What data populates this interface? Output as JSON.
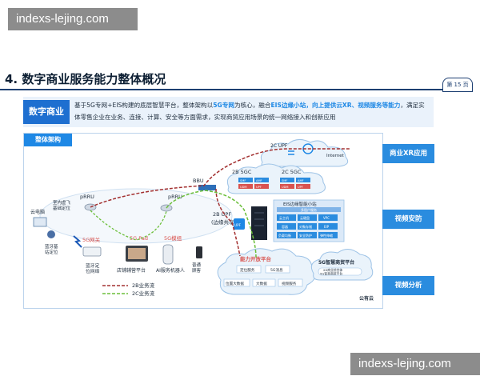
{
  "watermarks": {
    "top": "indexs-lejing.com",
    "bottom": "indexs-lejing.com"
  },
  "page": {
    "title": "4. 数字商业服务能力整体概况",
    "badge": "第 15 页"
  },
  "intro": {
    "tag": "数字商业",
    "part1": "基于5G专网+EIS构建的底层智慧平台，整体架构以",
    "hl1": "5G专网",
    "part2": "为核心，融合",
    "hl2": "EIS边缘小站，向上提供云XR、视频服务等能力",
    "part3": "，满足实体零售企业在业务、连接、计算、安全等方面需求，实现商贸应用场景的统一网络接入和创新应用"
  },
  "architecture": {
    "tag": "整体架构",
    "cloud_monitor": "云电脑",
    "indoor_flight": "室内虚飞基础定位",
    "bluetooth_station": "蓝牙基站定位",
    "prru_left": "pRRU",
    "prru_right": "pRRU",
    "bbu": "BBU",
    "gateway_5g": "5G网关",
    "pad_5g": "5G Pad",
    "module_5g": "5G模组",
    "bt_network": "蓝牙定位网络",
    "store_platform": "店铺辅营平台",
    "ai_robot": "AI服务机器人",
    "ordinary_customer": "普通顾客",
    "upf_2c": "2C UPF",
    "internet": "Internet",
    "sgc_2b": "2B 5GC",
    "sgc_2c": "2C 5GC",
    "upf_2b": "2B UPF",
    "upf_2b_sub": "(边缘共享)",
    "upf_chip": "UPF",
    "eis_title": "EIS边缘智能小站",
    "eis_sub": "多租户服务",
    "eis_cells": [
      "云主机",
      "云硬盘",
      "VPC",
      "容器",
      "对象存储",
      "EIP",
      "负载均衡",
      "安全防护",
      "弹性伸缩"
    ],
    "sgc_cells_left": [
      "SMF",
      "AMF",
      "UDM",
      "UPF"
    ],
    "sgc_cells_right": [
      "SMF",
      "AMF",
      "UDM",
      "UPF"
    ],
    "capability_title": "能力开放平台",
    "capability_items": [
      "定位服务",
      "5G消息",
      "位置大数据",
      "大数据",
      "视频服务"
    ],
    "smart_platform": "5G智慧商贸平台",
    "xx_platform": "XX商业综合体5G智慧商贸平台",
    "public_cloud": "公有云",
    "legend_2b": "2B业务流",
    "legend_2c": "2C业务流"
  },
  "side_tags": [
    "商业XR应用",
    "视频安防",
    "视频分析"
  ],
  "colors": {
    "primary": "#1e88e5",
    "dark_blue": "#1d3f72",
    "route_2b": "#a33030",
    "route_2c": "#6bbf3a"
  }
}
